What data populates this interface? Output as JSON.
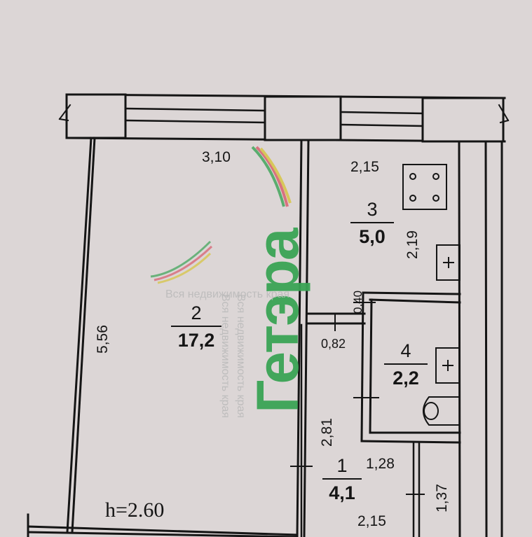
{
  "rooms": [
    {
      "number": "1",
      "area": "4,1"
    },
    {
      "number": "2",
      "area": "17,2"
    },
    {
      "number": "3",
      "area": "5,0"
    },
    {
      "number": "4",
      "area": "2,2"
    }
  ],
  "dimensions": {
    "room2_width": "3,10",
    "room2_length": "5,56",
    "kitchen_width": "2,15",
    "kitchen_length": "2,19",
    "partition_thickness": "0,40",
    "niche_width": "0,82",
    "hall_length": "2,81",
    "hall_width": "1,28",
    "hall_bottom_width": "2,15",
    "closet_depth": "1,37"
  },
  "ceiling_height": "h=2.60",
  "watermark": {
    "brand": "Гетэра",
    "text1": "Вся недвижимость края",
    "text2": "Вся недвижимость края",
    "text3": "Вся недвижимость края"
  },
  "colors": {
    "background": "#dcd6d6",
    "lines": "#151515",
    "watermark_green": "#3aa455"
  }
}
